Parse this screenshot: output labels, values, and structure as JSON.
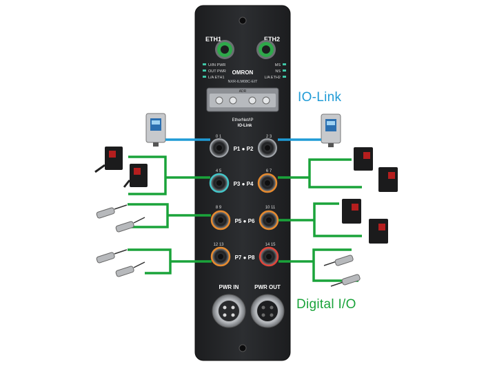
{
  "captions": {
    "io_link": "IO-Link",
    "digital_io": "Digital I/O"
  },
  "device": {
    "brand": "OMRON",
    "model": "NXR-ILM08C-EIT",
    "eth1": "ETH1",
    "eth2": "ETH2",
    "adr_label": "ADR",
    "ethernetip_label": "EtherNet/IP",
    "iolink_label": "IO-Link",
    "pwr_in": "PWR IN",
    "pwr_out": "PWR OUT",
    "led_left": [
      "U/IN PWR",
      "OUT PWR",
      "L/A ETH1"
    ],
    "led_right": [
      "MS",
      "NS",
      "L/A ETH2"
    ],
    "port_pairs": [
      {
        "label": "P1 ● P2",
        "left_num": "0  1",
        "right_num": "2  3"
      },
      {
        "label": "P3 ● P4",
        "left_num": "4  5",
        "right_num": "6  7"
      },
      {
        "label": "P5 ● P6",
        "left_num": "8  9",
        "right_num": "10  11"
      },
      {
        "label": "P7 ● P8",
        "left_num": "12  13",
        "right_num": "14  15"
      }
    ]
  },
  "colors": {
    "io_link": "#1f9bd6",
    "digital_io": "#1aa33a",
    "device_body": "#26282b"
  }
}
